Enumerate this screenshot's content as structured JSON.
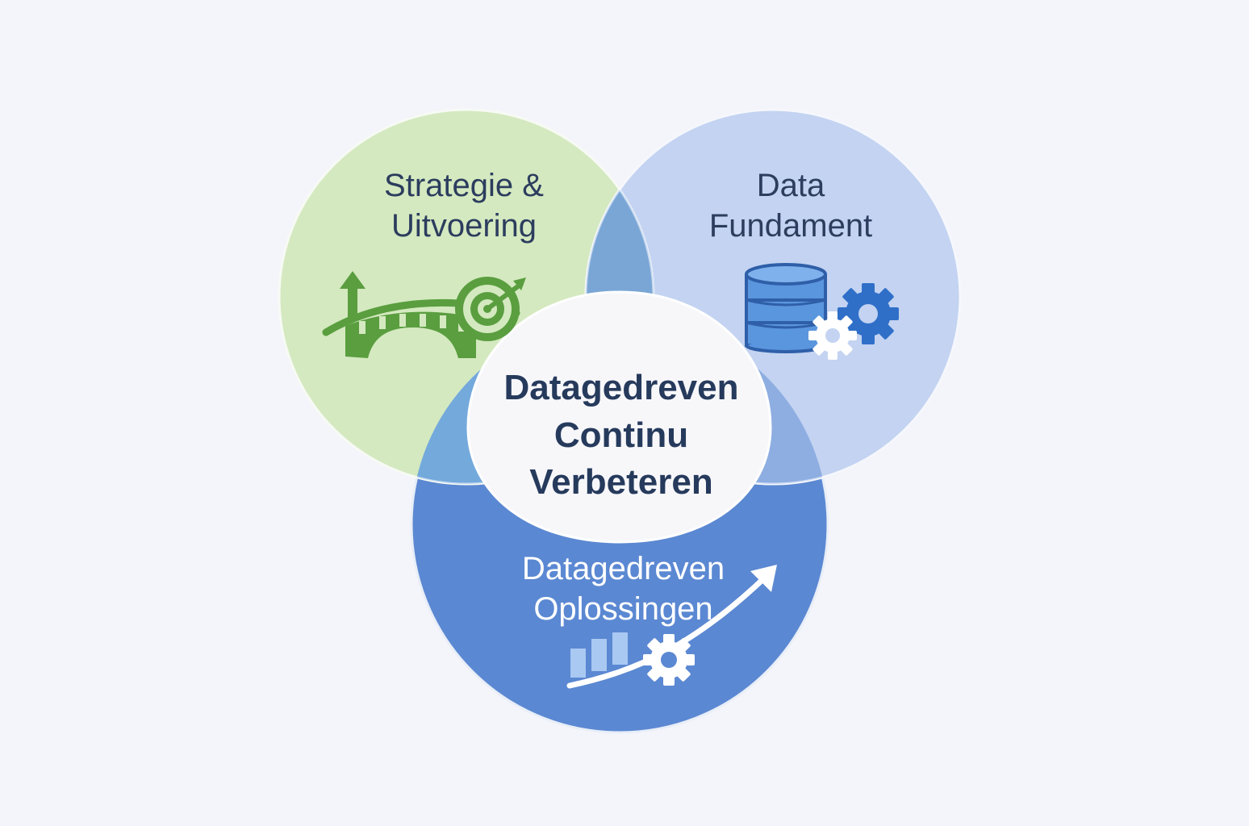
{
  "colors": {
    "background": "#f4f5fa",
    "strategy_circle": "#d4e9c0",
    "data_circle": "#c3d3f1",
    "solutions_circle": "#5b88d2",
    "center": "#f7f7fa",
    "dark_text": "#2c3d5e",
    "green_icon": "#5a9e3f",
    "blue_icon": "#3a74c9"
  },
  "diagram": {
    "circles": [
      {
        "id": "strategy",
        "title_lines": [
          "Strategie &",
          "Uitvoering"
        ],
        "icon": "bridge-target-icon"
      },
      {
        "id": "data",
        "title_lines": [
          "Data",
          "Fundament"
        ],
        "icon": "database-gears-icon"
      },
      {
        "id": "solutions",
        "title_lines": [
          "Datagedreven",
          "Oplossingen"
        ],
        "icon": "growth-chart-gear-icon"
      }
    ],
    "center": {
      "title_lines": [
        "Datagedreven",
        "Continu",
        "Verbeteren"
      ]
    }
  }
}
